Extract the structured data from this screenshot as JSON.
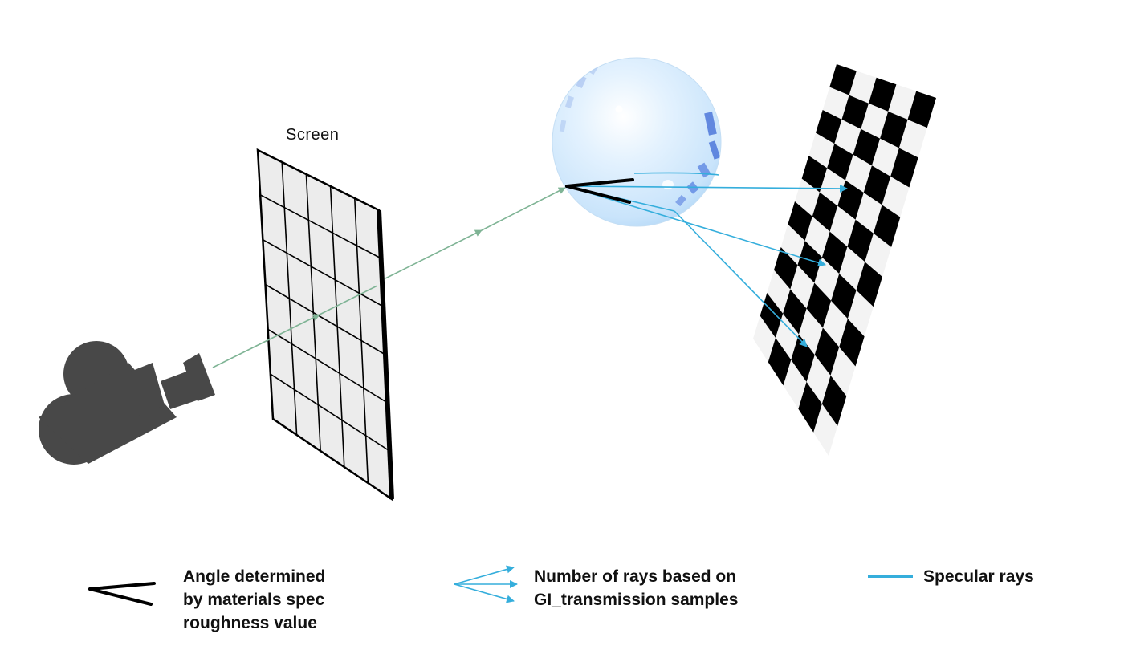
{
  "diagram": {
    "screen_label": "Screen",
    "colors": {
      "camera": "#484848",
      "camera_ray": "#7fb495",
      "specular_ray": "#35aedc",
      "angle": "#000000",
      "sphere_fill": "#cfe8fc",
      "checker_dark": "#000000",
      "checker_light": "#f3f3f3",
      "screen_fill": "#ececec"
    },
    "legend": {
      "angle": {
        "icon": "angle-icon",
        "lines": [
          "Angle determined",
          "by materials spec",
          "roughness value"
        ]
      },
      "rays": {
        "icon": "ray-fan-icon",
        "lines": [
          "Number of rays based on",
          "GI_transmission samples"
        ]
      },
      "specular": {
        "icon": "specular-line-icon",
        "lines": [
          "Specular rays"
        ]
      }
    }
  }
}
